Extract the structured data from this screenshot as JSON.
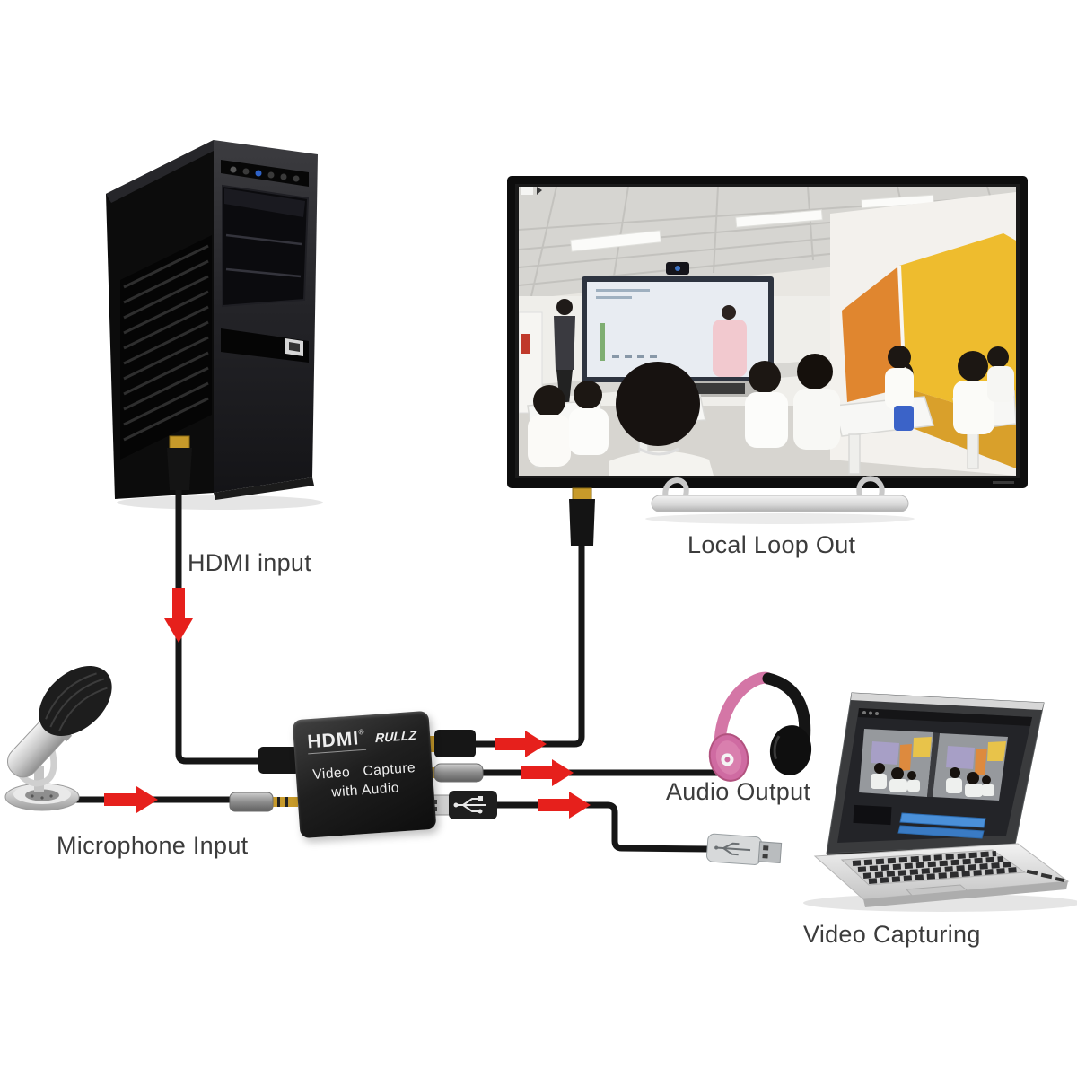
{
  "labels": {
    "hdmi_input": "HDMI input",
    "local_loop_out": "Local Loop Out",
    "microphone_input": "Microphone Input",
    "audio_output": "Audio Output",
    "video_capturing": "Video Capturing"
  },
  "device": {
    "logo": "HDMI",
    "logo_mark": "®",
    "brand": "RULLZ",
    "line1": "Video   Capture",
    "line2": "with Audio"
  },
  "colors": {
    "background": "#ffffff",
    "arrow_red": "#e6201c",
    "cable_black": "#161616",
    "label_text": "#3c3c3c",
    "connector_gold": "#c79a2a",
    "device_body": "#1f1f1f",
    "headphone_pink": "#cf6ba2",
    "classroom_orange": "#e0862f",
    "classroom_yellow": "#eebc2e",
    "timeline_blue": "#4a90d9"
  }
}
